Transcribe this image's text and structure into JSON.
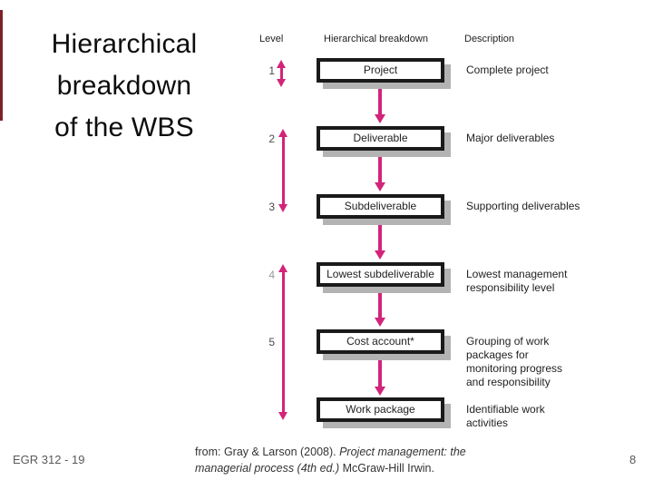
{
  "slide": {
    "title": "Hierarchical\nbreakdown\nof the WBS",
    "footer_left": "EGR 312 - 19",
    "page_number": "8",
    "citation": {
      "line1_regular": "from: Gray & Larson (2008). ",
      "line1_italic": "Project management: the",
      "line2_italic": "managerial process (4th ed.)",
      "line2_regular": " McGraw-Hill Irwin."
    }
  },
  "diagram": {
    "headers": {
      "level": "Level",
      "hierarchy": "Hierarchical breakdown",
      "description": "Description"
    },
    "rows": [
      {
        "level": "1",
        "box": "Project",
        "desc": "Complete project"
      },
      {
        "level": "2",
        "box": "Deliverable",
        "desc": "Major deliverables"
      },
      {
        "level": "3",
        "box": "Subdeliverable",
        "desc": "Supporting deliverables"
      },
      {
        "level": "4",
        "box": "Lowest subdeliverable",
        "desc": "Lowest management\nresponsibility level"
      },
      {
        "level": "5",
        "box": "Cost account*",
        "desc": "Grouping of work\npackages for\nmonitoring progress\nand responsibility"
      },
      {
        "level": "",
        "box": "Work package",
        "desc": "Identifiable work\nactivities"
      }
    ],
    "colors": {
      "arrow_pink": "#d2247a",
      "box_border": "#1a1a1a",
      "box_shadow": "#b3b3b3",
      "accent_maroon": "#7d2129",
      "footer_gray": "#595959"
    }
  }
}
